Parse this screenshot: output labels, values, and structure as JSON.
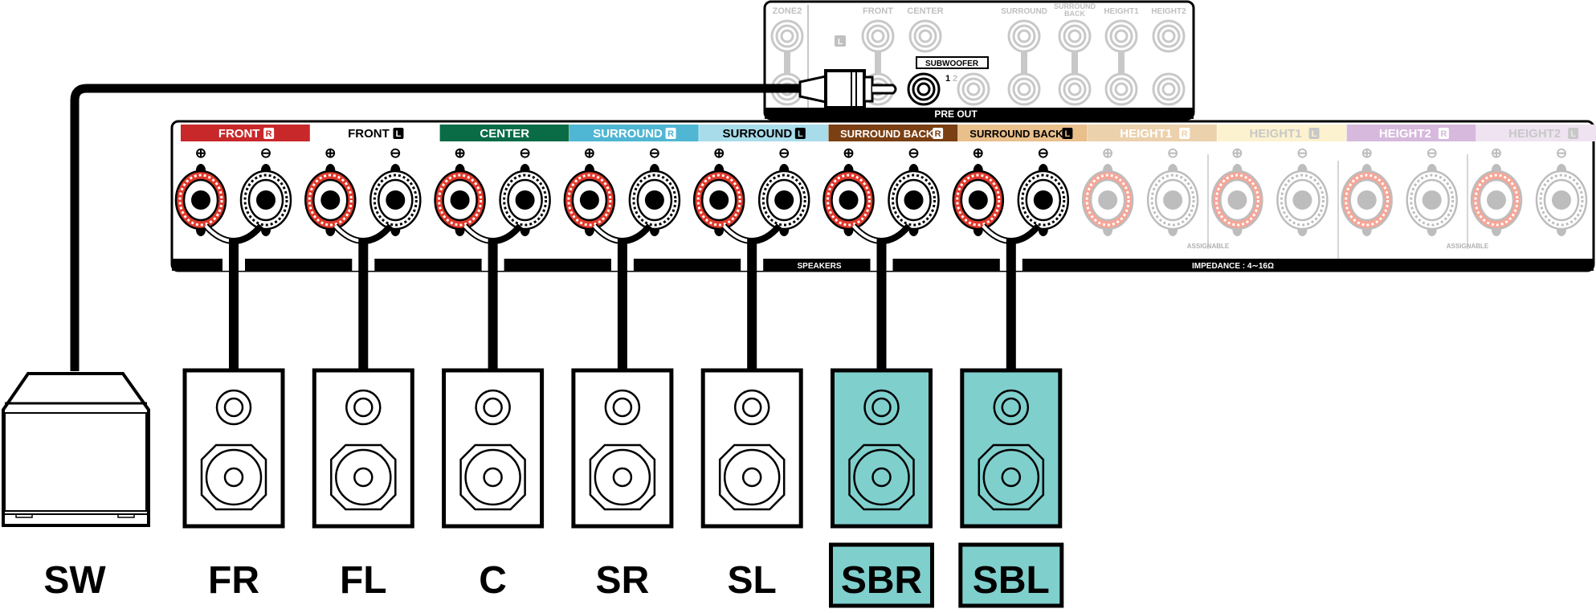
{
  "preout_panel": {
    "title": "PRE OUT",
    "zone2_label": "ZONE2",
    "l_badge": "L",
    "column_labels": [
      "FRONT",
      "CENTER",
      "SURROUND",
      "SURROUND",
      "BACK",
      "HEIGHT1",
      "HEIGHT2"
    ],
    "subwoofer_label": "SUBWOOFER",
    "subwoofer_jack_1": "1",
    "subwoofer_jack_2": "2"
  },
  "speaker_panel": {
    "footer_speakers": "SPEAKERS",
    "footer_impedance": "IMPEDANCE : 4∼16Ω",
    "assignable_label": "ASSIGNABLE",
    "plus_symbol": "⊕",
    "minus_symbol": "⊖",
    "groups": [
      {
        "name": "FRONT",
        "side": "R",
        "bg": "#c8282a",
        "fg": "#ffffff",
        "badge_bg": "#ffffff",
        "badge_fg": "#c8282a",
        "active": true
      },
      {
        "name": "FRONT",
        "side": "L",
        "bg": "#ffffff",
        "fg": "#000000",
        "badge_bg": "#000000",
        "badge_fg": "#ffffff",
        "active": true
      },
      {
        "name": "CENTER",
        "side": "",
        "bg": "#0a6b47",
        "fg": "#ffffff",
        "badge_bg": "",
        "badge_fg": "",
        "active": true
      },
      {
        "name": "SURROUND",
        "side": "R",
        "bg": "#4fb6d3",
        "fg": "#ffffff",
        "badge_bg": "#ffffff",
        "badge_fg": "#4fb6d3",
        "active": true
      },
      {
        "name": "SURROUND",
        "side": "L",
        "bg": "#a8dcea",
        "fg": "#000000",
        "badge_bg": "#000000",
        "badge_fg": "#a8dcea",
        "active": true
      },
      {
        "name": "SURROUND BACK",
        "side": "R",
        "bg": "#7a3f12",
        "fg": "#ffffff",
        "badge_bg": "#ffffff",
        "badge_fg": "#7a3f12",
        "active": true
      },
      {
        "name": "SURROUND BACK",
        "side": "L",
        "bg": "#e9bf8c",
        "fg": "#000000",
        "badge_bg": "#000000",
        "badge_fg": "#e9bf8c",
        "active": true
      },
      {
        "name": "HEIGHT1",
        "side": "R",
        "bg": "#ecd1ad",
        "fg": "#ffffff",
        "badge_bg": "#ffffff",
        "badge_fg": "#ecd1ad",
        "active": false
      },
      {
        "name": "HEIGHT1",
        "side": "L",
        "bg": "#fdf2cf",
        "fg": "#c8c8c8",
        "badge_bg": "#c8c8c8",
        "badge_fg": "#fdf2cf",
        "active": false
      },
      {
        "name": "HEIGHT2",
        "side": "R",
        "bg": "#d6b9dc",
        "fg": "#ffffff",
        "badge_bg": "#ffffff",
        "badge_fg": "#d6b9dc",
        "active": false
      },
      {
        "name": "HEIGHT2",
        "side": "L",
        "bg": "#efe3f1",
        "fg": "#c8c8c8",
        "badge_bg": "#c8c8c8",
        "badge_fg": "#efe3f1",
        "active": false
      }
    ]
  },
  "speakers": [
    {
      "label": "SW",
      "type": "subwoofer",
      "highlight": false
    },
    {
      "label": "FR",
      "type": "bookshelf",
      "highlight": false
    },
    {
      "label": "FL",
      "type": "bookshelf",
      "highlight": false
    },
    {
      "label": "C",
      "type": "bookshelf",
      "highlight": false
    },
    {
      "label": "SR",
      "type": "bookshelf",
      "highlight": false
    },
    {
      "label": "SL",
      "type": "bookshelf",
      "highlight": false
    },
    {
      "label": "SBR",
      "type": "bookshelf",
      "highlight": true
    },
    {
      "label": "SBL",
      "type": "bookshelf",
      "highlight": true
    }
  ],
  "colors": {
    "highlight": "#7fcfcd",
    "terminal_red": "#e0392b",
    "terminal_red_inactive": "#f7a597",
    "inactive_gray": "#bdbdbd",
    "line": "#000000"
  }
}
